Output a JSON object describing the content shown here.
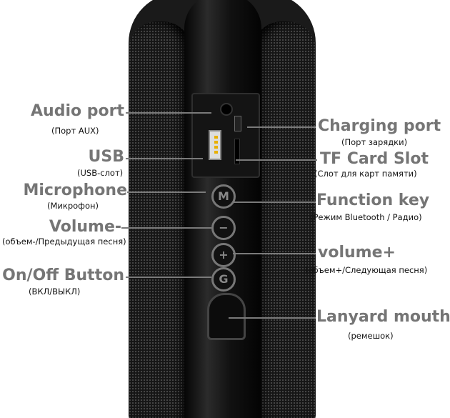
{
  "labels_left": [
    {
      "title": "Audio port",
      "subtitle": "(Порт AUX)"
    },
    {
      "title": "USB",
      "subtitle": "(USB-слот)"
    },
    {
      "title": "Microphone",
      "subtitle": "(Микрофон)"
    },
    {
      "title": "Volume-",
      "subtitle": "(объем-/Предыдущая песня)"
    },
    {
      "title": "On/Off Button",
      "subtitle": "(ВКЛ/ВЫКЛ)"
    }
  ],
  "labels_right": [
    {
      "title": "Charging port",
      "subtitle": "(Порт зарядки)"
    },
    {
      "title": "TF Card Slot",
      "subtitle": "(Слот для карт памяти)"
    },
    {
      "title": "Function key",
      "subtitle": "(Режим Bluetooth / Радио)"
    },
    {
      "title": "volume+",
      "subtitle": "(объем+/Следующая песня)"
    },
    {
      "title": "Lanyard mouth",
      "subtitle": "(ремешок)"
    }
  ],
  "buttons": {
    "mode": "M",
    "minus": "−",
    "plus": "+",
    "power": "G"
  },
  "colors": {
    "label": "#757575",
    "line": "#7a7a7a"
  }
}
